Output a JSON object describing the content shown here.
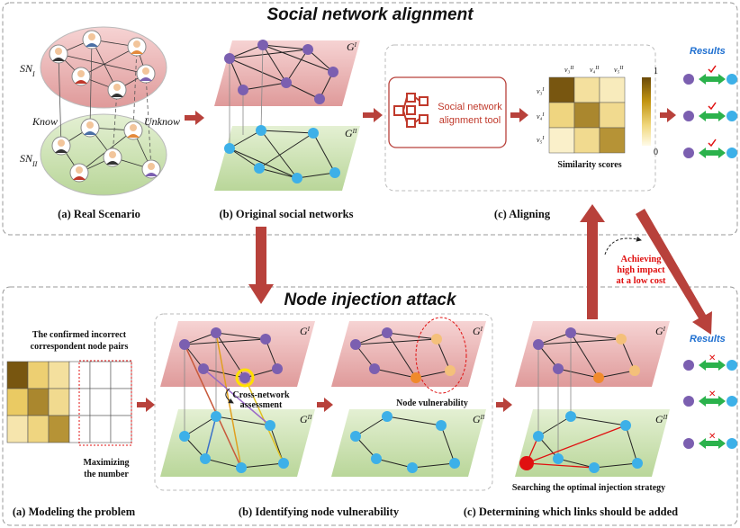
{
  "titles": {
    "top": "Social network alignment",
    "bottom": "Node injection attack"
  },
  "top_captions": {
    "a": "(a) Real Scenario",
    "b": "(b) Original social networks",
    "c": "(c) Aligning"
  },
  "bottom_captions": {
    "a": "(a) Modeling the problem",
    "b": "(b) Identifying node vulnerability",
    "c": "(c) Determining which links should be added"
  },
  "real_scenario": {
    "sn1": "SN",
    "sn1_sub": "I",
    "sn2": "SN",
    "sn2_sub": "II",
    "know": "Know",
    "unknow": "Unknow"
  },
  "graph_labels": {
    "g1": "G",
    "g1_sup": "I",
    "g2": "G",
    "g2_sup": "II"
  },
  "alignment_tool": {
    "line1": "Social network",
    "line2": "alignment tool"
  },
  "similarity": {
    "label": "Similarity scores",
    "col_labels": [
      "v3II",
      "v4II",
      "v5II"
    ],
    "row_labels": [
      "v3I",
      "v4I",
      "v5I"
    ],
    "matrix": [
      [
        0.95,
        0.25,
        0.15
      ],
      [
        0.35,
        0.75,
        0.3
      ],
      [
        0.1,
        0.3,
        0.7
      ]
    ],
    "scale_max": "1",
    "scale_min": "0"
  },
  "results": {
    "top_label": "Results",
    "bottom_label": "Results"
  },
  "callouts": {
    "impact_line1": "Achieving",
    "impact_line2": "high impact",
    "impact_line3": "at a low cost",
    "confirmed_line1": "The confirmed incorrect",
    "confirmed_line2": "correspondent node pairs",
    "maximizing_line1": "Maximizing",
    "maximizing_line2": "the number",
    "cross_line1": "Cross-network",
    "cross_line2": "assessment",
    "node_vuln": "Node vulnerability",
    "searching": "Searching the optimal injection strategy"
  },
  "colors": {
    "purple_node": "#7b5fb0",
    "blue_node": "#3db0e8",
    "orange_node": "#f08a2c",
    "red_plane": "#e9b3b3",
    "green_plane": "#cfe3b8",
    "arrow": "#b8413b",
    "results_blue": "#1e6fd0",
    "green_arrow": "#2bb24c"
  }
}
